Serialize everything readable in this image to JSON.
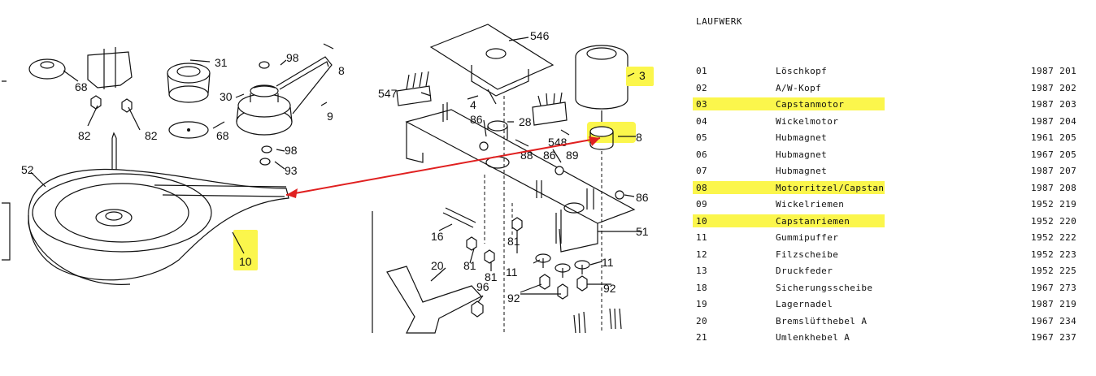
{
  "diagram": {
    "callouts_left": [
      "68",
      "82",
      "82",
      "31",
      "98",
      "8",
      "30",
      "9",
      "68",
      "98",
      "93",
      "52",
      "10"
    ],
    "callouts_right": [
      "546",
      "547",
      "4",
      "86",
      "28",
      "548",
      "88",
      "86",
      "89",
      "3",
      "8",
      "86",
      "16",
      "81",
      "81",
      "81",
      "20",
      "96",
      "11",
      "11",
      "92",
      "92",
      "51"
    ]
  },
  "parts_list": {
    "title": "LAUFWERK",
    "rows": [
      {
        "num": "01",
        "name": "Löschkopf",
        "code": "1987 201",
        "highlight": false
      },
      {
        "num": "02",
        "name": "A/W-Kopf",
        "code": "1987 202",
        "highlight": false
      },
      {
        "num": "03",
        "name": "Capstanmotor",
        "code": "1987 203",
        "highlight": true
      },
      {
        "num": "04",
        "name": "Wickelmotor",
        "code": "1987 204",
        "highlight": false
      },
      {
        "num": "05",
        "name": "Hubmagnet",
        "code": "1961 205",
        "highlight": false
      },
      {
        "num": "06",
        "name": "Hubmagnet",
        "code": "1967 205",
        "highlight": false
      },
      {
        "num": "07",
        "name": "Hubmagnet",
        "code": "1987 207",
        "highlight": false
      },
      {
        "num": "08",
        "name": "Motorritzel/Capstan",
        "code": "1987 208",
        "highlight": true
      },
      {
        "num": "09",
        "name": "Wickelriemen",
        "code": "1952 219",
        "highlight": false
      },
      {
        "num": "10",
        "name": "Capstanriemen",
        "code": "1952 220",
        "highlight": true
      },
      {
        "num": "11",
        "name": "Gummipuffer",
        "code": "1952 222",
        "highlight": false
      },
      {
        "num": "12",
        "name": "Filzscheibe",
        "code": "1952 223",
        "highlight": false
      },
      {
        "num": "13",
        "name": "Druckfeder",
        "code": "1952 225",
        "highlight": false
      },
      {
        "num": "18",
        "name": "Sicherungsscheibe",
        "code": "1967 273",
        "highlight": false
      },
      {
        "num": "19",
        "name": "Lagernadel",
        "code": "1987 219",
        "highlight": false
      },
      {
        "num": "20",
        "name": "Bremslüfthebel A",
        "code": "1967 234",
        "highlight": false
      },
      {
        "num": "21",
        "name": "Umlenkhebel A",
        "code": "1967 237",
        "highlight": false
      }
    ]
  },
  "colors": {
    "highlight": "#fbf64c",
    "arrow": "#e02020"
  }
}
